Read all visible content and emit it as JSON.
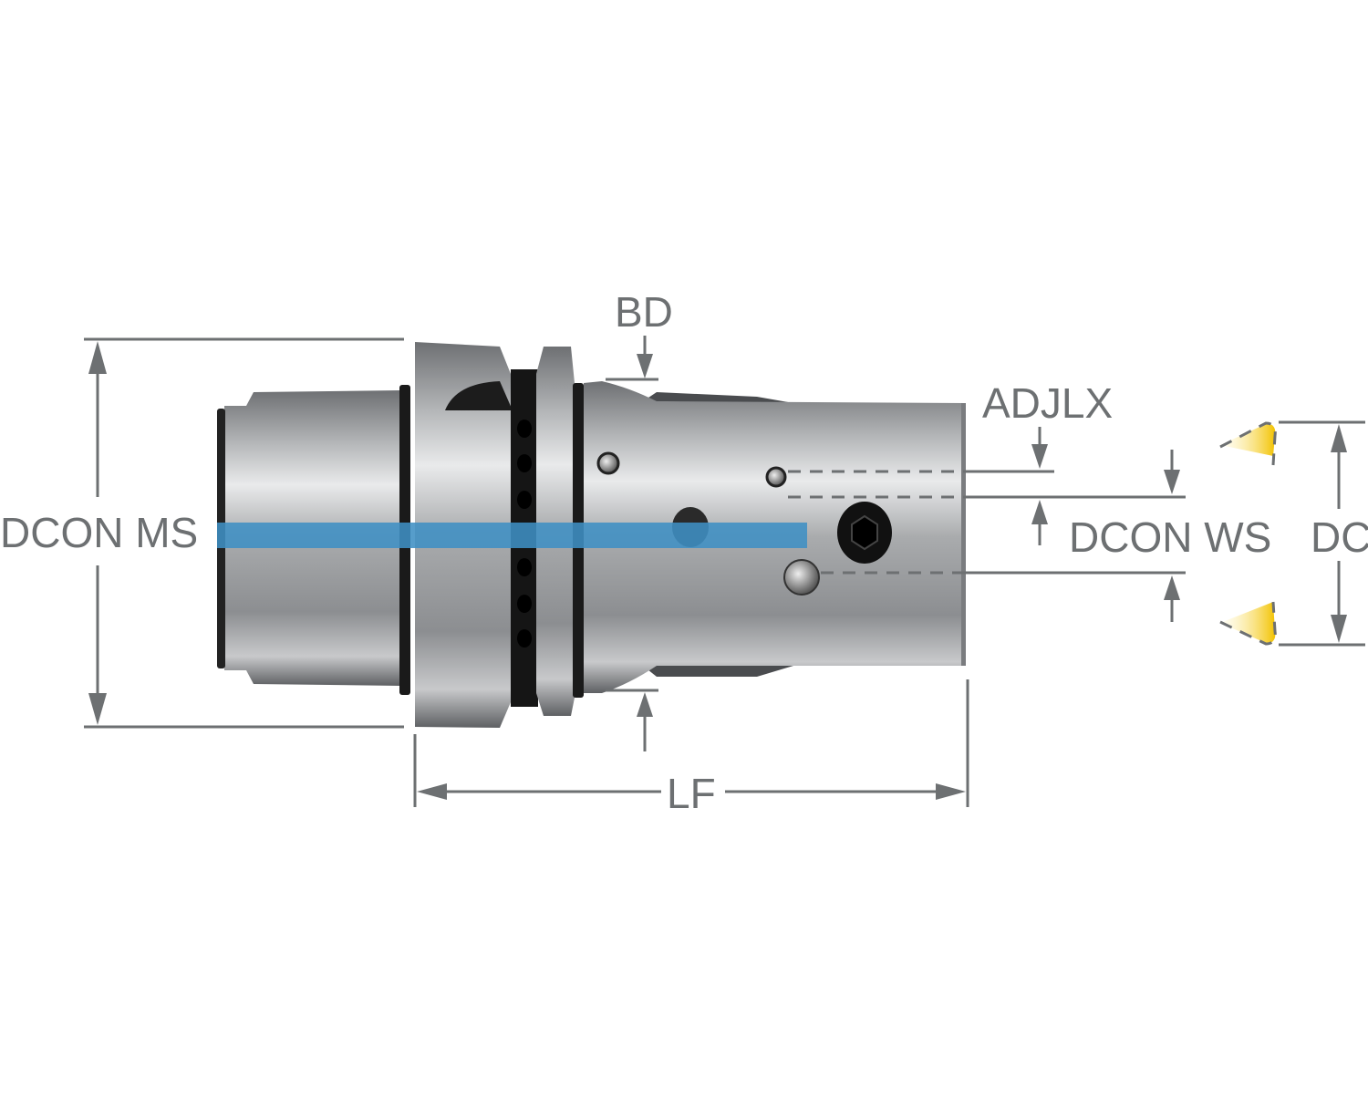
{
  "diagram": {
    "labels": {
      "bd": "BD",
      "adjlx": "ADJLX",
      "dcon_ms": "DCON MS",
      "dcon_ws": "DCON WS",
      "dc": "DC",
      "lf": "LF"
    },
    "colors": {
      "dimension": "#6d7072",
      "highlight": "#3f8fc4",
      "insert": "#f4c81e"
    }
  }
}
